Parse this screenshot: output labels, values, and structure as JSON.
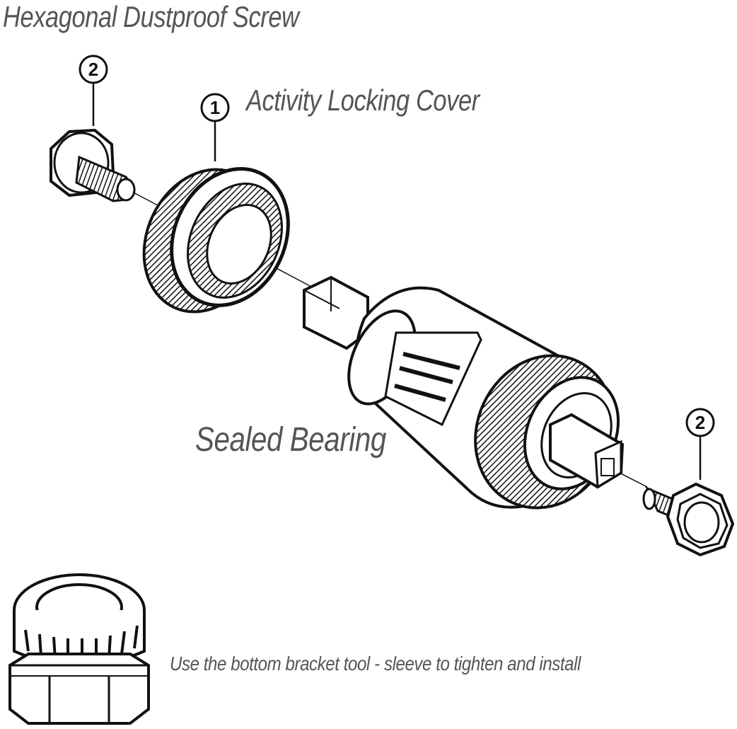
{
  "labels": {
    "title": "Hexagonal Dustproof Screw",
    "cover": "Activity Locking Cover",
    "bearing": "Sealed Bearing",
    "tool": "Use the bottom bracket tool - sleeve to tighten and install"
  },
  "callouts": {
    "screw_left": "2",
    "cover": "1",
    "screw_right": "2"
  },
  "colors": {
    "text": "#555555",
    "line": "#111111"
  }
}
